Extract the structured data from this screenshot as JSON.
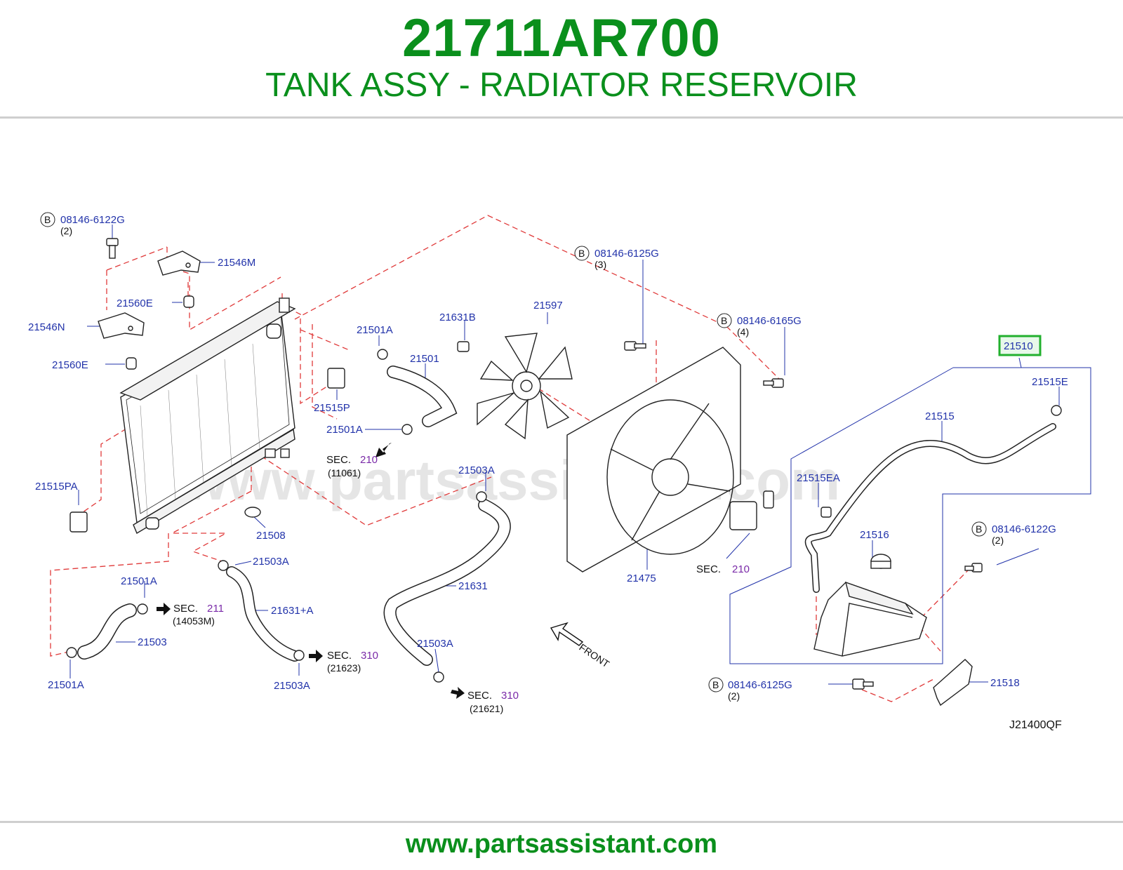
{
  "header": {
    "part_number": "21711AR700",
    "part_name": "TANK ASSY - RADIATOR RESERVOIR"
  },
  "footer": {
    "url": "www.partsassistant.com"
  },
  "diagram": {
    "code": "J21400QF",
    "watermark": "www.partsassistant.com",
    "front_label": "FRONT",
    "highlighted_part": "21510",
    "bolt_badge": "B",
    "labels": {
      "bolt_6122g_a": "08146-6122G",
      "bolt_6122g_a_qty": "(2)",
      "p21546m": "21546M",
      "p21560e_a": "21560E",
      "p21546n": "21546N",
      "p21560e_b": "21560E",
      "p21515pa": "21515PA",
      "p21508": "21508",
      "p21501a_a": "21501A",
      "p21501": "21501",
      "p21515p": "21515P",
      "p21501a_b": "21501A",
      "p21631b": "21631B",
      "p21597": "21597",
      "bolt_6125g_a": "08146-6125G",
      "bolt_6125g_a_qty": "(3)",
      "bolt_6165g": "08146-6165G",
      "bolt_6165g_qty": "(4)",
      "p21510": "21510",
      "p21515e": "21515E",
      "p21515": "21515",
      "p21515ea": "21515EA",
      "p21516": "21516",
      "bolt_6122g_b": "08146-6122G",
      "bolt_6122g_b_qty": "(2)",
      "p21475": "21475",
      "p21503a_a": "21503A",
      "p21631": "21631",
      "p21503a_b": "21503A",
      "p21631a": "21631+A",
      "p21501a_c": "21501A",
      "p21503": "21503",
      "p21501a_d": "21501A",
      "p21503a_c": "21503A",
      "p21503a_d": "21503A",
      "bolt_6125g_b": "08146-6125G",
      "bolt_6125g_b_qty": "(2)",
      "p21518": "21518"
    },
    "sections": {
      "sec_label": "SEC.",
      "s210_a": "210",
      "s210_a_ref": "(11061)",
      "s210_b": "210",
      "s211": "211",
      "s211_ref": "(14053M)",
      "s310_a": "310",
      "s310_a_ref": "(21623)",
      "s310_b": "310",
      "s310_b_ref": "(21621)"
    }
  }
}
